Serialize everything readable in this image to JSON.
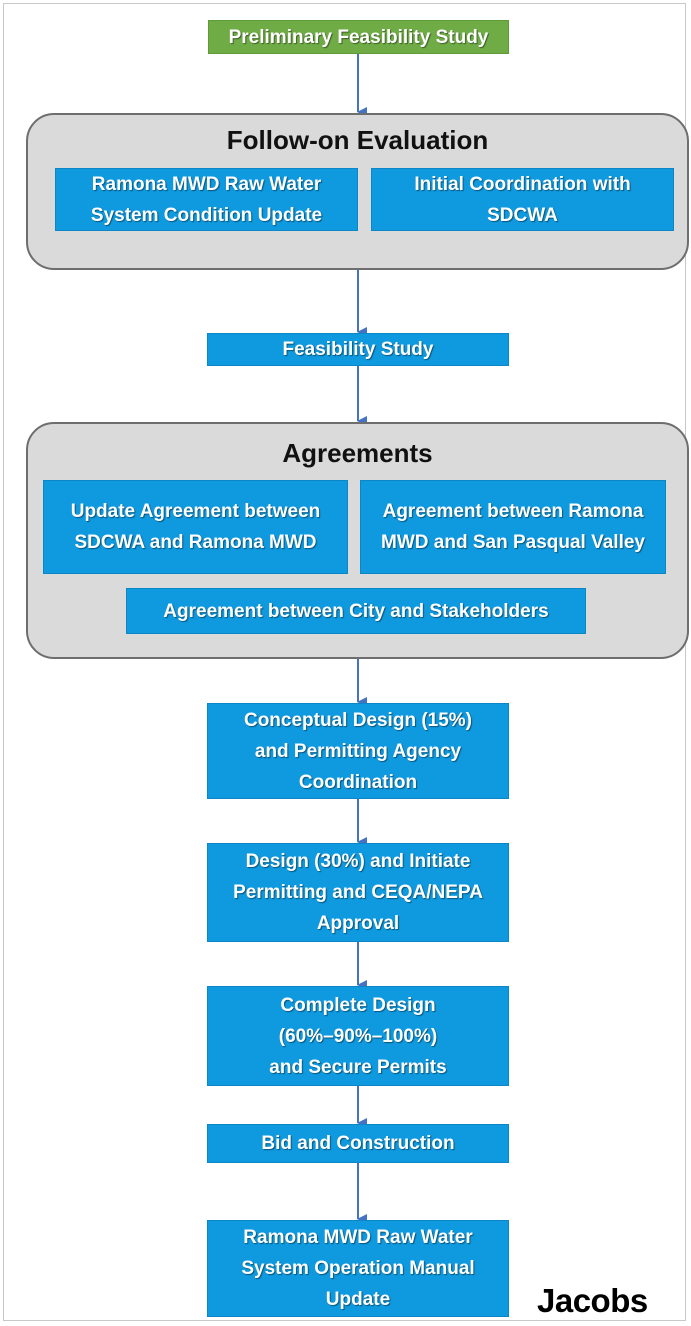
{
  "colors": {
    "box_blue": "#0f99de",
    "box_green": "#6fac46",
    "group_fill": "#dadada",
    "arrow": "#4472c4"
  },
  "nodes": {
    "preliminary": "Preliminary Feasibility Study",
    "followon_title": "Follow-on Evaluation",
    "raw_water_update": "Ramona MWD Raw Water\nSystem Condition Update",
    "initial_coord": "Initial Coordination with\nSDCWA",
    "feasibility": "Feasibility Study",
    "agreements_title": "Agreements",
    "update_agreement": "Update Agreement between\nSDCWA and Ramona MWD",
    "agreement_ramona_spv": "Agreement between Ramona\nMWD and San Pasqual Valley",
    "agreement_city": "Agreement between City and Stakeholders",
    "conceptual": "Conceptual Design (15%)\nand Permitting Agency\nCoordination",
    "design30": "Design (30%) and Initiate\nPermitting and CEQA/NEPA\nApproval",
    "complete": "Complete Design\n(60%–90%–100%)\nand Secure Permits",
    "bid": "Bid and Construction",
    "manual": "Ramona MWD Raw Water\nSystem Operation Manual\nUpdate"
  },
  "logo": "Jacobs"
}
